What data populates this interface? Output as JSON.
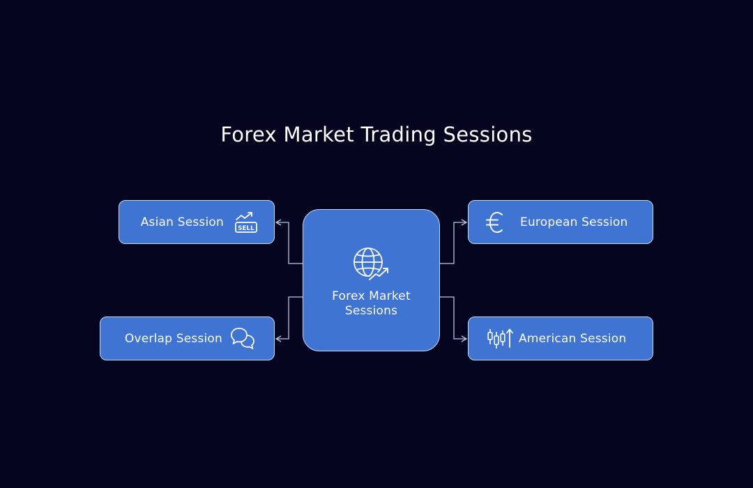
{
  "title": "Forex Market Trading Sessions",
  "center": {
    "line1": "Forex Market",
    "line2": "Sessions",
    "icon": "globe-growth-icon"
  },
  "sessions": {
    "asian": {
      "label": "Asian Session",
      "icon": "sell-chart-icon",
      "badge": "SELL"
    },
    "european": {
      "label": "European Session",
      "icon": "euro-icon"
    },
    "overlap": {
      "label": "Overlap Session",
      "icon": "chat-bubbles-icon"
    },
    "american": {
      "label": "American Session",
      "icon": "candlestick-up-icon"
    }
  },
  "colors": {
    "background": "#060520",
    "node_fill": "#3f74d2",
    "node_border": "#c9d8f3",
    "connector": "#b9c6e3",
    "text": "#ffffff"
  }
}
